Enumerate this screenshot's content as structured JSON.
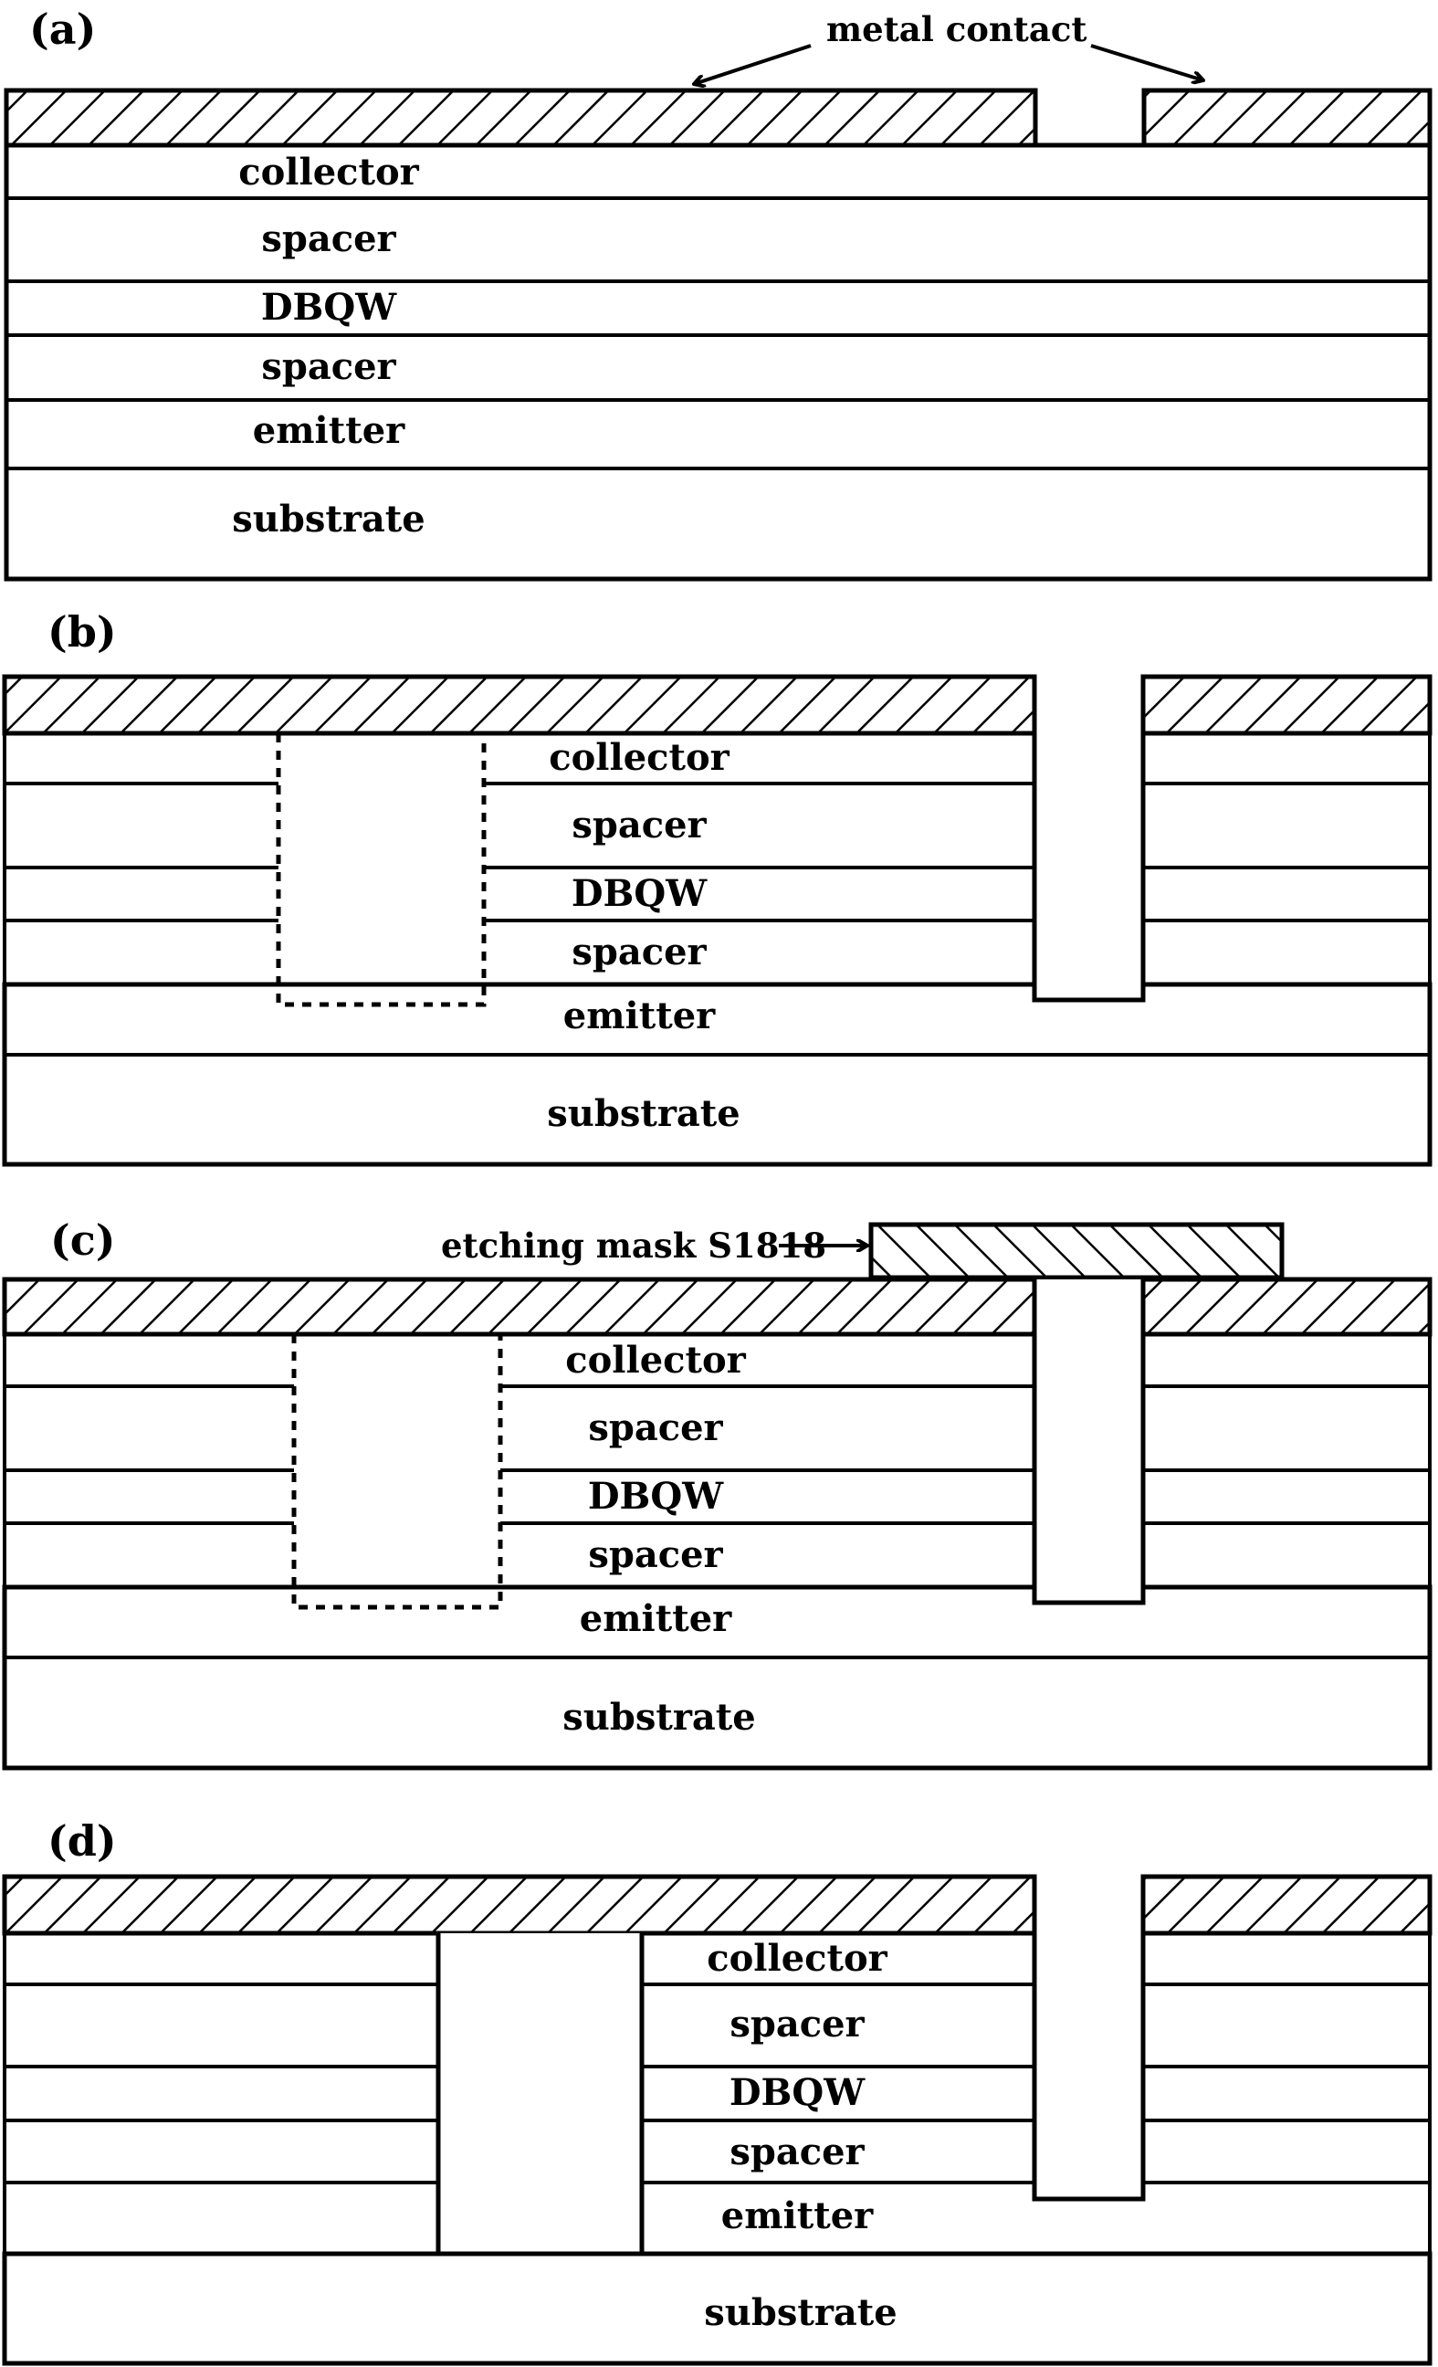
{
  "panels": {
    "a": {
      "label": "(a)"
    },
    "b": {
      "label": "(b)"
    },
    "c": {
      "label": "(c)"
    },
    "d": {
      "label": "(d)"
    }
  },
  "layers": {
    "collector": "collector",
    "spacer": "spacer",
    "dbqw": "DBQW",
    "emitter": "emitter",
    "substrate": "substrate"
  },
  "annotations": {
    "metal_contact": "metal contact",
    "etching_mask": "etching mask S1818"
  }
}
